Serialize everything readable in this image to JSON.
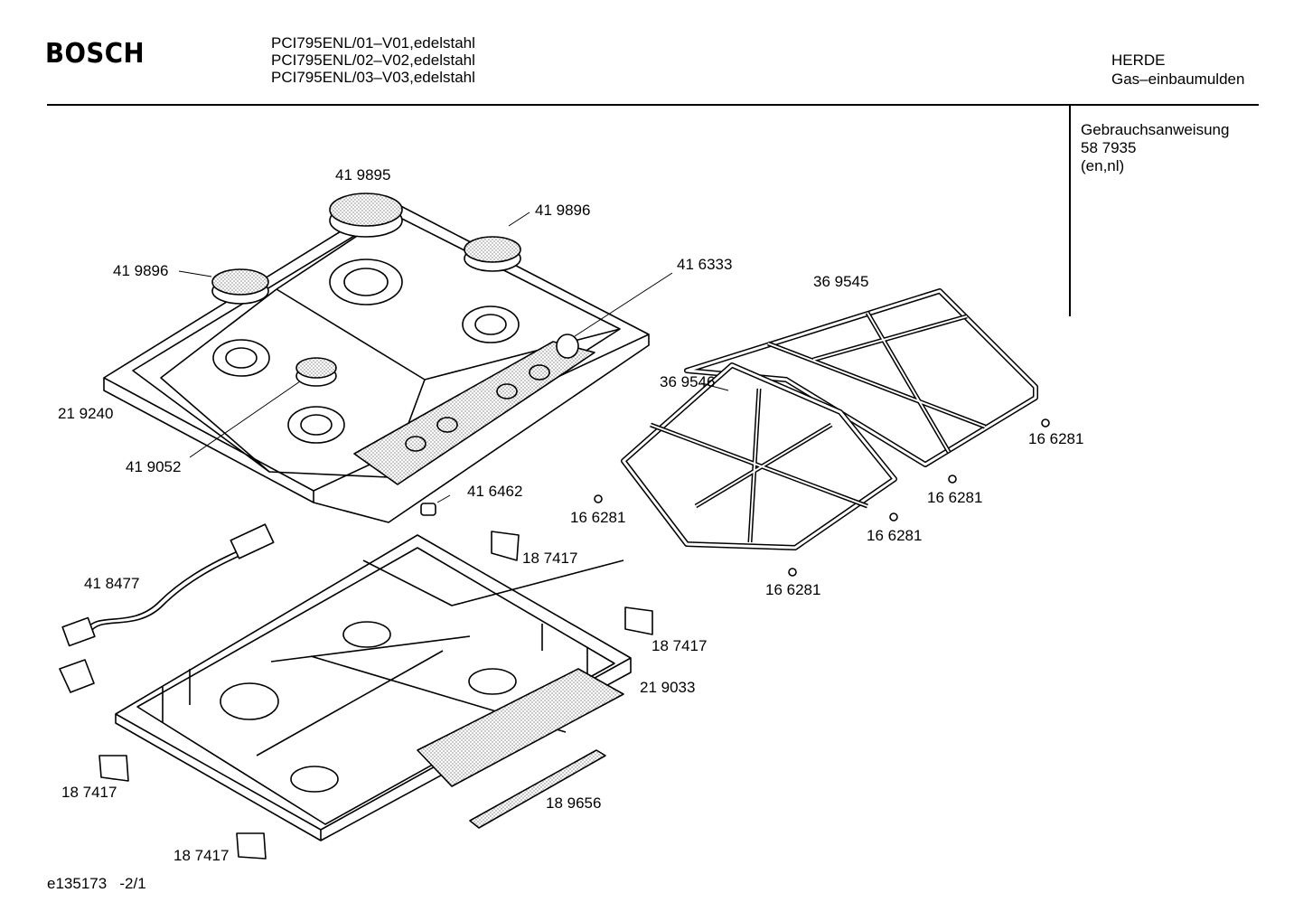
{
  "header": {
    "brand": "BOSCH",
    "models": [
      "PCI795ENL/01–V01,edelstahl",
      "PCI795ENL/02–V02,edelstahl",
      "PCI795ENL/03–V03,edelstahl"
    ],
    "category": [
      "HERDE",
      "Gas–einbaumulden"
    ]
  },
  "documentation": [
    "Gebrauchsanweisung",
    "58 7935",
    "(en,nl)"
  ],
  "parts": {
    "burner_cap_large": "41 9895",
    "burner_cap_right": "41 9896",
    "burner_cap_left": "41 9896",
    "knob": "41 6333",
    "grate_right": "36 9545",
    "grate_left": "36 9546",
    "hob_top": "21 9240",
    "burner_cap_small": "41 9052",
    "spacer": "41 6462",
    "foot_a": "16 6281",
    "foot_b": "16 6281",
    "foot_c": "16 6281",
    "foot_d": "16 6281",
    "foot_e": "16 6281",
    "clamp_top": "18 7417",
    "mains_cable": "41 8477",
    "clamp_right": "18 7417",
    "base_tray": "21 9033",
    "clamp_left": "18 7417",
    "seal_strip": "18 9656",
    "clamp_bottom": "18 7417"
  },
  "footer": {
    "ref": "e135173",
    "page": "-2/1"
  }
}
